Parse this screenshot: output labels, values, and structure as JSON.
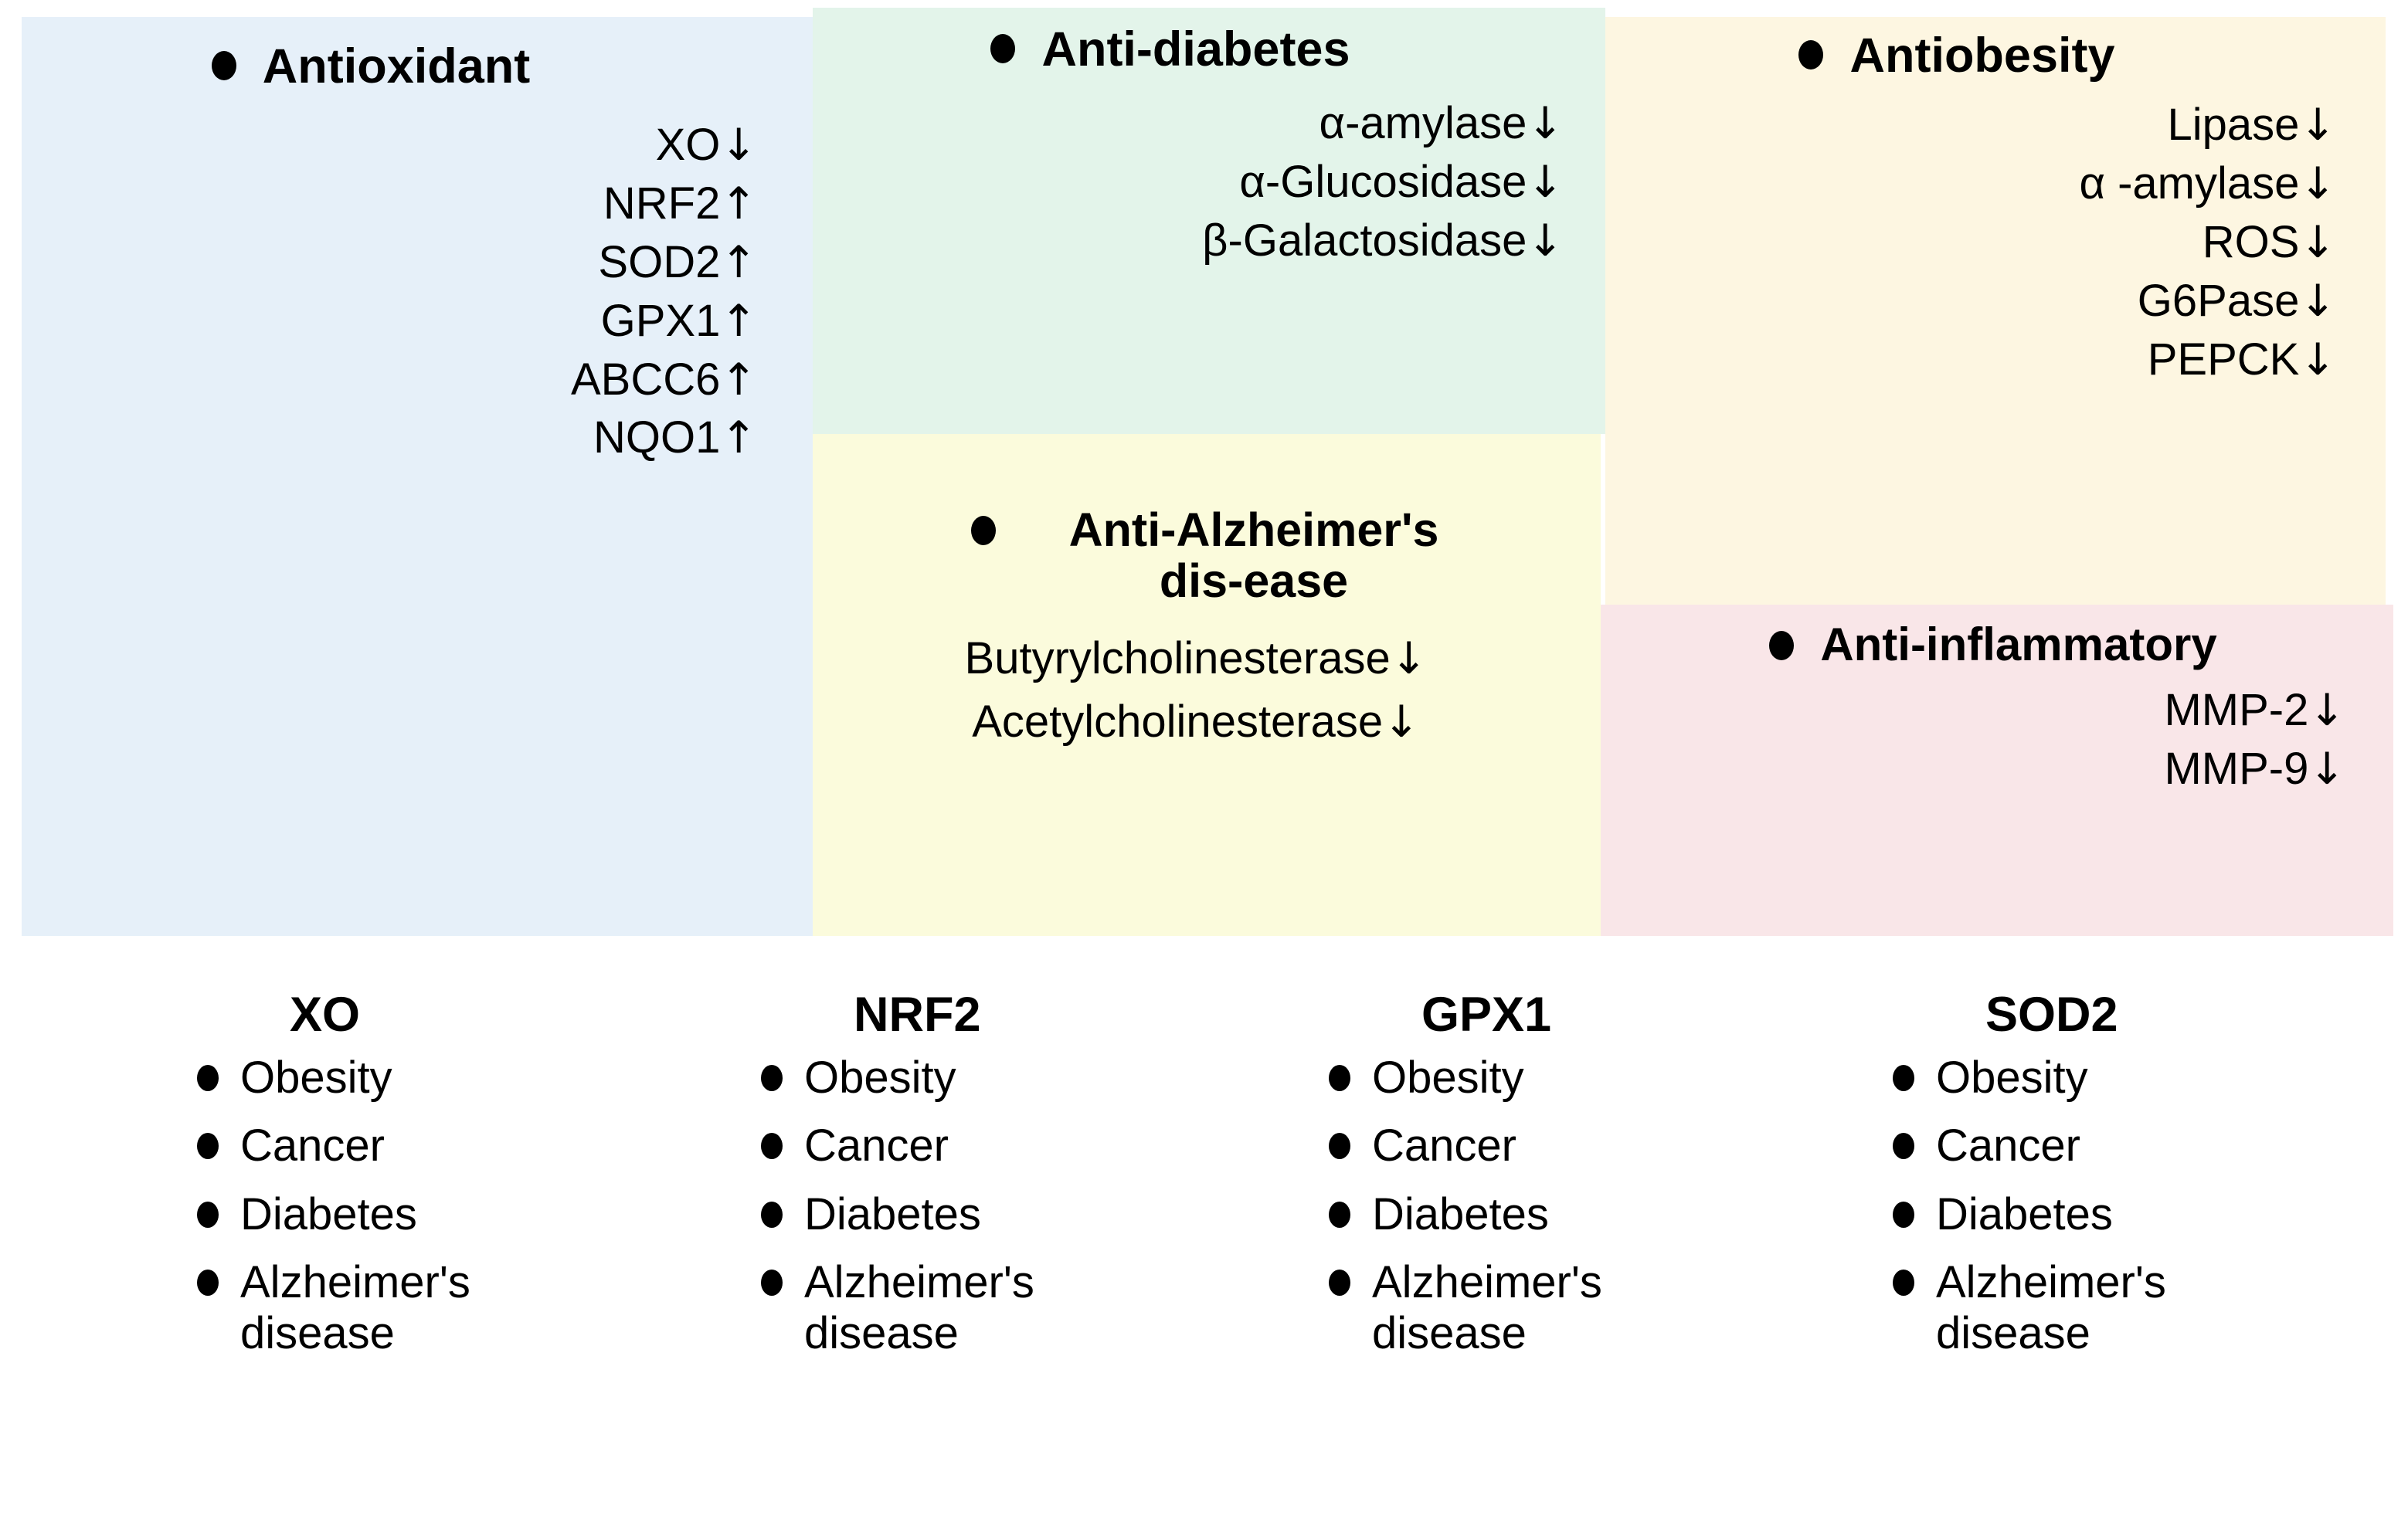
{
  "panels": [
    {
      "id": "antioxidant",
      "heading": "Antioxidant",
      "bullet_icon": "filled-circle-bullet",
      "background": "#e6f0f9",
      "targets": [
        {
          "name": "XO",
          "arrow": "↓"
        },
        {
          "name": "NRF2",
          "arrow": "↑"
        },
        {
          "name": "SOD2",
          "arrow": "↑"
        },
        {
          "name": "GPX1",
          "arrow": "↑"
        },
        {
          "name": "ABCC6",
          "arrow": "↑"
        },
        {
          "name": "NQO1",
          "arrow": "↑"
        }
      ]
    },
    {
      "id": "antidiabetes",
      "heading": "Anti-diabetes",
      "bullet_icon": "filled-circle-bullet",
      "background": "#e3f4ea",
      "targets": [
        {
          "name": "α-amylase",
          "arrow": "↓"
        },
        {
          "name": "α-Glucosidase",
          "arrow": "↓"
        },
        {
          "name": "β-Galactosidase",
          "arrow": "↓"
        }
      ]
    },
    {
      "id": "antialzheimer",
      "heading": "Anti-Alzheimer's dis-ease",
      "bullet_icon": "filled-circle-bullet",
      "background": "#fbfbdc",
      "targets": [
        {
          "name": "Butyrylcholinesterase",
          "arrow": "↓"
        },
        {
          "name": "Acetylcholinesterase",
          "arrow": "↓"
        }
      ]
    },
    {
      "id": "antiobesity",
      "heading": "Antiobesity",
      "bullet_icon": "filled-circle-bullet",
      "background": "#fdf6e1",
      "targets": [
        {
          "name": "Lipase",
          "arrow": "↓"
        },
        {
          "name": "α -amylase",
          "arrow": "↓"
        },
        {
          "name": "ROS",
          "arrow": "↓"
        },
        {
          "name": "G6Pase",
          "arrow": "↓"
        },
        {
          "name": "PEPCK",
          "arrow": "↓"
        }
      ]
    },
    {
      "id": "antiinflammatory",
      "heading": "Anti-inflammatory",
      "bullet_icon": "filled-circle-bullet",
      "background": "#f9e6e8",
      "targets": [
        {
          "name": "MMP-2",
          "arrow": "↓"
        },
        {
          "name": "MMP-9",
          "arrow": "↓"
        }
      ]
    }
  ],
  "gene_columns": [
    {
      "title": "XO",
      "diseases": [
        "Obesity",
        "Cancer",
        "Diabetes",
        "Alzheimer's disease"
      ]
    },
    {
      "title": "NRF2",
      "diseases": [
        "Obesity",
        "Cancer",
        "Diabetes",
        "Alzheimer's disease"
      ]
    },
    {
      "title": "GPX1",
      "diseases": [
        "Obesity",
        "Cancer",
        "Diabetes",
        "Alzheimer's disease"
      ]
    },
    {
      "title": "SOD2",
      "diseases": [
        "Obesity",
        "Cancer",
        "Diabetes",
        "Alzheimer's disease"
      ]
    }
  ]
}
